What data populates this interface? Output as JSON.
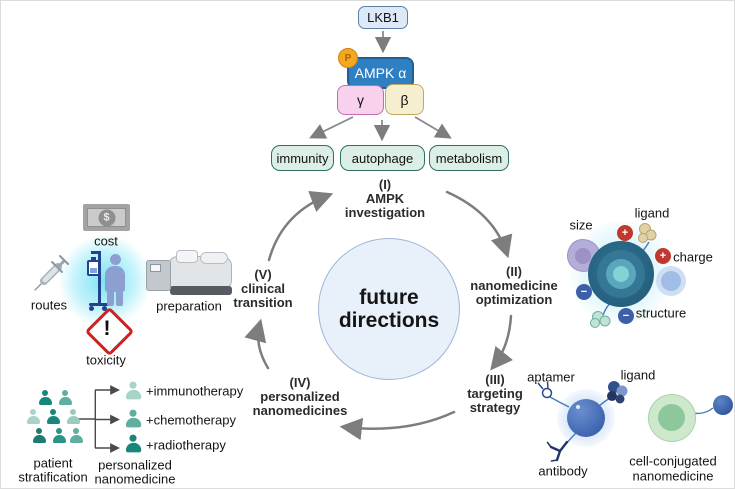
{
  "pathway": {
    "lkb1_label": "LKB1",
    "phospho_label": "P",
    "ampk_alpha_label": "AMPK α",
    "gamma_label": "γ",
    "beta_label": "β",
    "outputs": [
      {
        "label": "immunity"
      },
      {
        "label": "autophage"
      },
      {
        "label": "metabolism"
      }
    ]
  },
  "cycle": {
    "center_line1": "future",
    "center_line2": "directions",
    "stages": [
      {
        "numeral": "(I)",
        "line1": "AMPK",
        "line2": "investigation"
      },
      {
        "numeral": "(II)",
        "line1": "nanomedicine",
        "line2": "optimization"
      },
      {
        "numeral": "(III)",
        "line1": "targeting",
        "line2": "strategy"
      },
      {
        "numeral": "(IV)",
        "line1": "personalized",
        "line2": "nanomedicines"
      },
      {
        "numeral": "(V)",
        "line1": "clinical",
        "line2": "transition"
      }
    ]
  },
  "nanomedicine_optimization": {
    "size_label": "size",
    "ligand_label": "ligand",
    "charge_label": "charge",
    "structure_label": "structure",
    "positive_charge": "+",
    "negative_charge": "−"
  },
  "targeting_strategy": {
    "aptamer_label": "aptamer",
    "ligand_label": "ligand",
    "antibody_label": "antibody",
    "cell_conjugated_line1": "cell-conjugated",
    "cell_conjugated_line2": "nanomedicine"
  },
  "clinical_transition": {
    "cost_label": "cost",
    "routes_label": "routes",
    "preparation_label": "preparation",
    "toxicity_label": "toxicity",
    "dollar_sign": "$",
    "warning_mark": "!"
  },
  "personalized_nanomedicines": {
    "patient_line1": "patient",
    "patient_line2": "stratification",
    "therapies": [
      {
        "label": "+immunotherapy"
      },
      {
        "label": "+chemotherapy"
      },
      {
        "label": "+radiotherapy"
      }
    ],
    "personalized_line1": "personalized",
    "personalized_line2": "nanomedicine"
  },
  "colors": {
    "ampk_blue": "#2f80c3",
    "phospho_orange": "#f3a81f",
    "gamma_pink": "#f8d2ec",
    "beta_cream": "#f6efcf",
    "output_green": "#dcefe7",
    "circle_fill": "#e8f0fa",
    "arrow_gray": "#7d7d7d",
    "nanoparticle_teal": "#2a6886",
    "positive_red": "#c0392f",
    "negative_blue": "#3c5fa8",
    "teal_dark": "#17877c",
    "teal_mid": "#5fae9f",
    "teal_light": "#a9d3c9",
    "toxicity_red": "#cc2222",
    "glow_cyan": "#6ee0f0"
  }
}
